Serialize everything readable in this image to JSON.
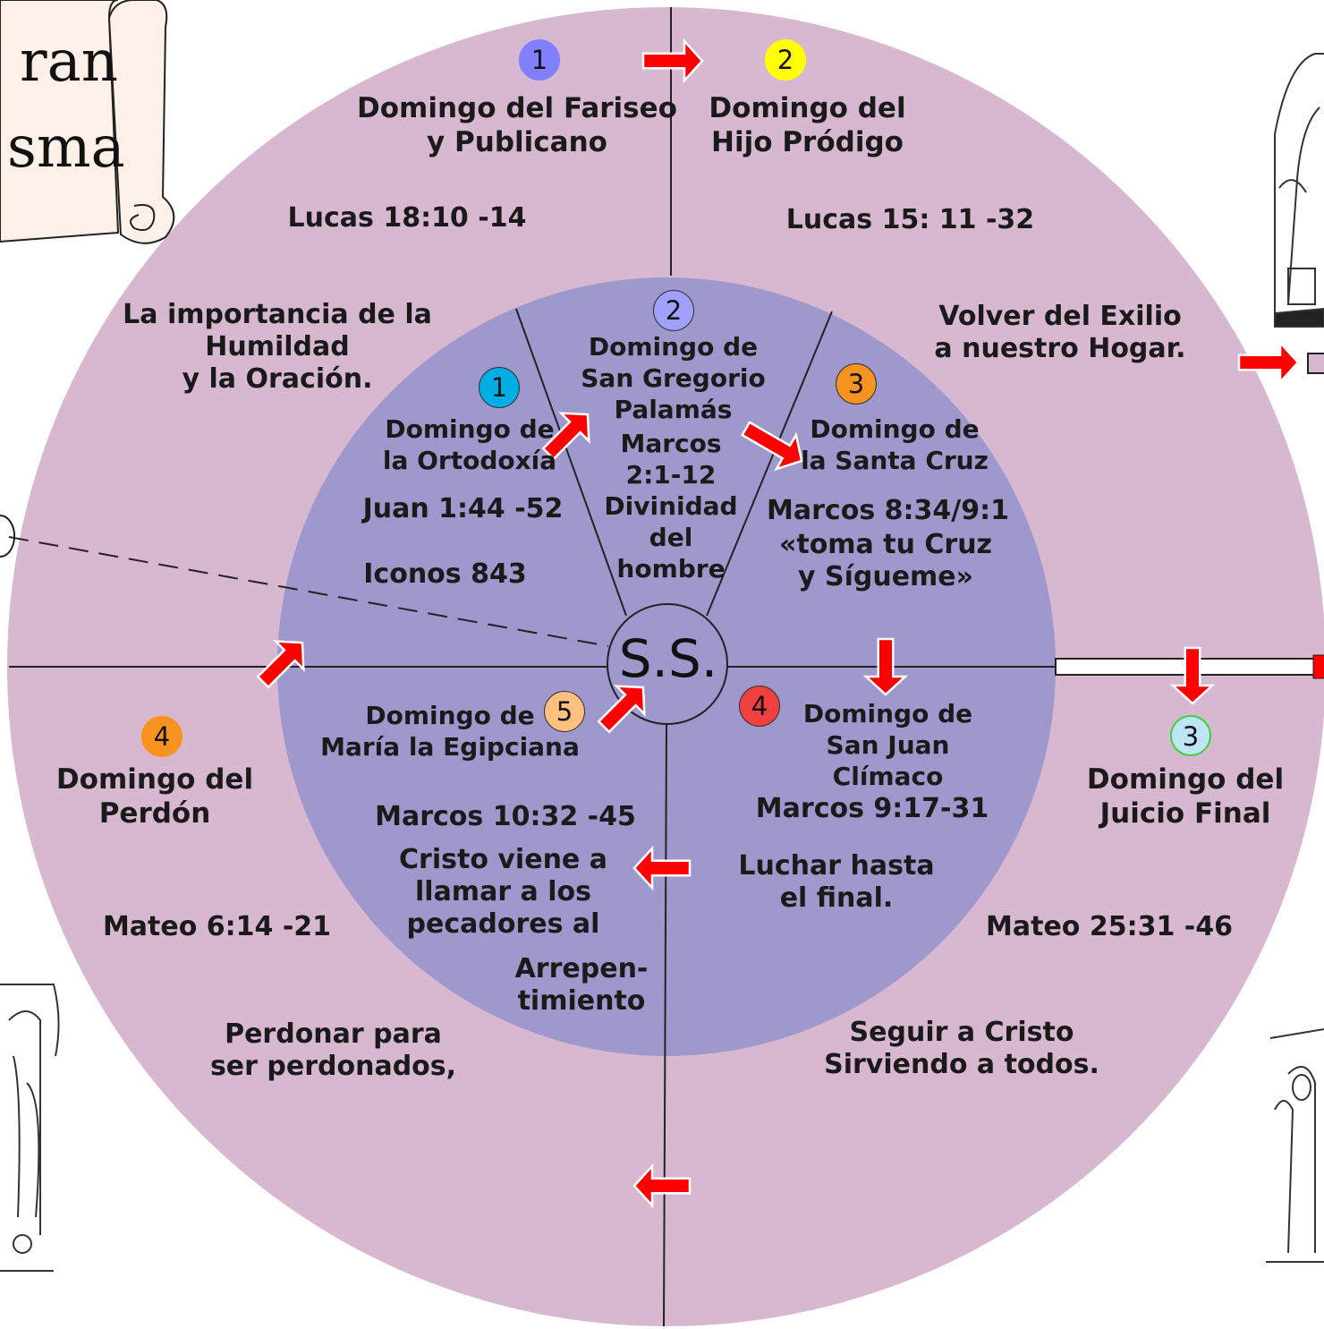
{
  "center": {
    "label": "S.S."
  },
  "scroll": {
    "line1": "ran",
    "line2": "sma"
  },
  "outer": [
    {
      "num": "1",
      "color": "#8080ff",
      "title": "Domingo del Fariseo\ny Publicano",
      "reading": "Lucas 18:10 -14",
      "theme": "La importancia de la\nHumildad\ny la Oración."
    },
    {
      "num": "2",
      "color": "#ffff00",
      "title": "Domingo del\nHijo Pródigo",
      "reading": "Lucas 15: 11 -32",
      "theme": "Volver del Exilio\na nuestro Hogar."
    },
    {
      "num": "3",
      "color": "#bfe4f5",
      "title": "Domingo del\nJuicio Final",
      "reading": "Mateo 25:31 -46",
      "theme": "Seguir a Cristo\nSirviendo a todos."
    },
    {
      "num": "4",
      "color": "#f7931e",
      "title": "Domingo del\nPerdón",
      "reading": "Mateo 6:14 -21",
      "theme": "Perdonar para\nser perdonados,"
    }
  ],
  "inner": [
    {
      "num": "1",
      "color": "#00aee6",
      "title": "Domingo de\nla Ortodoxía",
      "reading": "Juan 1:44 -52",
      "theme": "Iconos 843"
    },
    {
      "num": "2",
      "color": "#a0a0ff",
      "title": "Domingo de\nSan Gregorio\nPalamás",
      "reading": "Marcos\n2:1-12",
      "theme": "Divinidad\ndel\nhombre"
    },
    {
      "num": "3",
      "color": "#f7931e",
      "title": "Domingo de\nla Santa Cruz",
      "reading": "Marcos 8:34/9:1",
      "theme": "«toma tu Cruz\ny Sígueme»"
    },
    {
      "num": "4",
      "color": "#f04040",
      "title": "Domingo de\nSan Juan Clímaco",
      "reading": "Marcos 9:17-31",
      "theme": "Luchar hasta\nel final."
    },
    {
      "num": "5",
      "color": "#ffc080",
      "title": "Domingo de\nMaría la Egipciana",
      "reading": "Marcos 10:32 -45",
      "theme": "Cristo viene a\nllamar a los\npecadores al\nArrepen-\ntimiento"
    }
  ],
  "colors": {
    "outer_ring": "#d8b8d0",
    "inner_disk": "#9e98cc",
    "arrow": "#ff0000",
    "line": "#222222"
  }
}
